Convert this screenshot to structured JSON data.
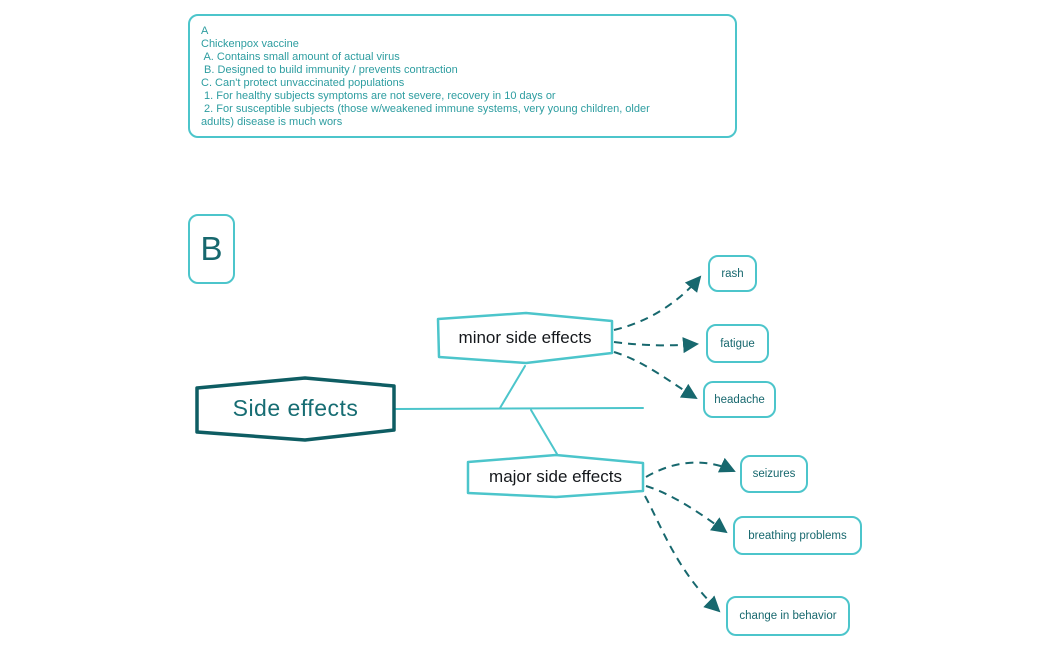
{
  "colors": {
    "background": "#ffffff",
    "light_teal": "#4cc5cb",
    "note_text": "#2d9da0",
    "dark_teal": "#17686e",
    "root_teal": "#0e5d63",
    "branch_text": "#15181c"
  },
  "note": {
    "lines": [
      "A",
      "Chickenpox vaccine",
      " A. Contains small amount of actual virus",
      " B. Designed to build immunity / prevents contraction",
      "C. Can't protect unvaccinated populations",
      " 1. For healthy subjects symptoms are not severe, recovery in 10 days or",
      " 2. For susceptible subjects (those w/weakened immune systems, very young children, older",
      "adults) disease is much wors"
    ]
  },
  "page_label": "B",
  "mindmap": {
    "root": "Side effects",
    "branches": [
      {
        "label": "minor side effects",
        "children": [
          "rash",
          "fatigue",
          "headache"
        ]
      },
      {
        "label": "major side effects",
        "children": [
          "seizures",
          "breathing problems",
          "change in behavior"
        ]
      }
    ]
  }
}
